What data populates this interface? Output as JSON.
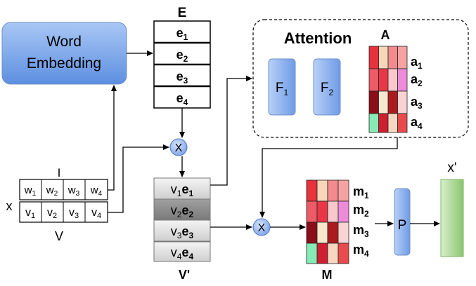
{
  "word_embedding": {
    "line1": "Word",
    "line2": "Embedding"
  },
  "embedding_matrix": {
    "title": "E",
    "rows": [
      "e",
      "e",
      "e",
      "e"
    ],
    "subs": [
      "1",
      "2",
      "3",
      "4"
    ]
  },
  "attention": {
    "title": "Attention",
    "matrix_title": "A",
    "f1": {
      "main": "F",
      "sub": "1"
    },
    "f2": {
      "main": "F",
      "sub": "2"
    },
    "row_labels": [
      {
        "main": "a",
        "sub": "1"
      },
      {
        "main": "a",
        "sub": "2"
      },
      {
        "main": "a",
        "sub": "3"
      },
      {
        "main": "a",
        "sub": "4"
      }
    ]
  },
  "input": {
    "x_label": "x",
    "i_label": "I",
    "v_label": "V",
    "words": [
      {
        "main": "w",
        "sub": "1"
      },
      {
        "main": "w",
        "sub": "2"
      },
      {
        "main": "w",
        "sub": "3"
      },
      {
        "main": "w",
        "sub": "4"
      }
    ],
    "vals": [
      {
        "main": "v",
        "sub": "1"
      },
      {
        "main": "v",
        "sub": "2"
      },
      {
        "main": "v",
        "sub": "3"
      },
      {
        "main": "v",
        "sub": "4"
      }
    ]
  },
  "multiply_symbol": "X",
  "weighted": {
    "title": "V'",
    "rows": [
      {
        "v": "v",
        "vs": "1",
        "e": "e",
        "es": "1"
      },
      {
        "v": "v",
        "vs": "2",
        "e": "e",
        "es": "2"
      },
      {
        "v": "v",
        "vs": "3",
        "e": "e",
        "es": "3"
      },
      {
        "v": "v",
        "vs": "4",
        "e": "e",
        "es": "4"
      }
    ]
  },
  "output_matrix": {
    "title": "M",
    "row_labels": [
      {
        "main": "m",
        "sub": "1"
      },
      {
        "main": "m",
        "sub": "2"
      },
      {
        "main": "m",
        "sub": "3"
      },
      {
        "main": "m",
        "sub": "4"
      }
    ]
  },
  "pool": {
    "label": "P"
  },
  "output": {
    "main": "x",
    "prime": "'"
  },
  "heatmap_colors": [
    [
      "#e8323c",
      "#f8d6b8",
      "#f38a8e",
      "#f6a2a2"
    ],
    [
      "#ee5a66",
      "#e83848",
      "#f8c8ca",
      "#ed8bd9"
    ],
    [
      "#8b0e18",
      "#f7e7cc",
      "#ad1a1e",
      "#f9d3d3"
    ],
    [
      "#87ebb5",
      "#ce2031",
      "#f7d7c2",
      "#e94a4d"
    ]
  ],
  "colors": {
    "blue_box": "#84aef0",
    "green_box": "#a7d493",
    "circle": "#9ab8ec",
    "row_gray_light": "#dadada",
    "row_gray_dark": "#8c8c8c"
  }
}
